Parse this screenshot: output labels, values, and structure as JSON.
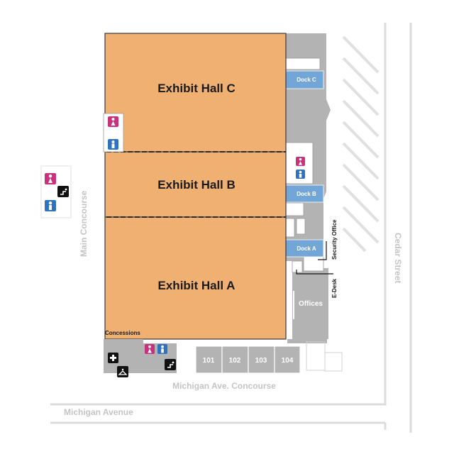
{
  "halls": {
    "c": "Exhibit Hall C",
    "b": "Exhibit Hall B",
    "a": "Exhibit Hall A"
  },
  "docks": {
    "c": "Dock C",
    "b": "Dock B",
    "a": "Dock A"
  },
  "rooms": [
    "101",
    "102",
    "103",
    "104"
  ],
  "labels": {
    "concessions": "Concessions",
    "offices": "Offices",
    "security_office": "Security Office",
    "e_desk": "E-Desk"
  },
  "streets": {
    "main_concourse": "Main Concourse",
    "michigan_concourse": "Michigan Ave. Concourse",
    "michigan_avenue": "Michigan Avenue",
    "cedar_street": "Cedar Street"
  },
  "icons": [
    "womens-restroom-icon",
    "mens-restroom-icon",
    "drinking-fountain-icon",
    "first-aid-icon",
    "coat-check-icon"
  ],
  "colors": {
    "hall": "#efb072",
    "hall_stroke": "#3a3a3a",
    "service": "#b3b3b3",
    "dock": "#72a6d6",
    "womens": "#c8327d",
    "mens": "#2f73c0",
    "street_line": "#dcdcdc",
    "label_grey": "#c4c4c4"
  }
}
